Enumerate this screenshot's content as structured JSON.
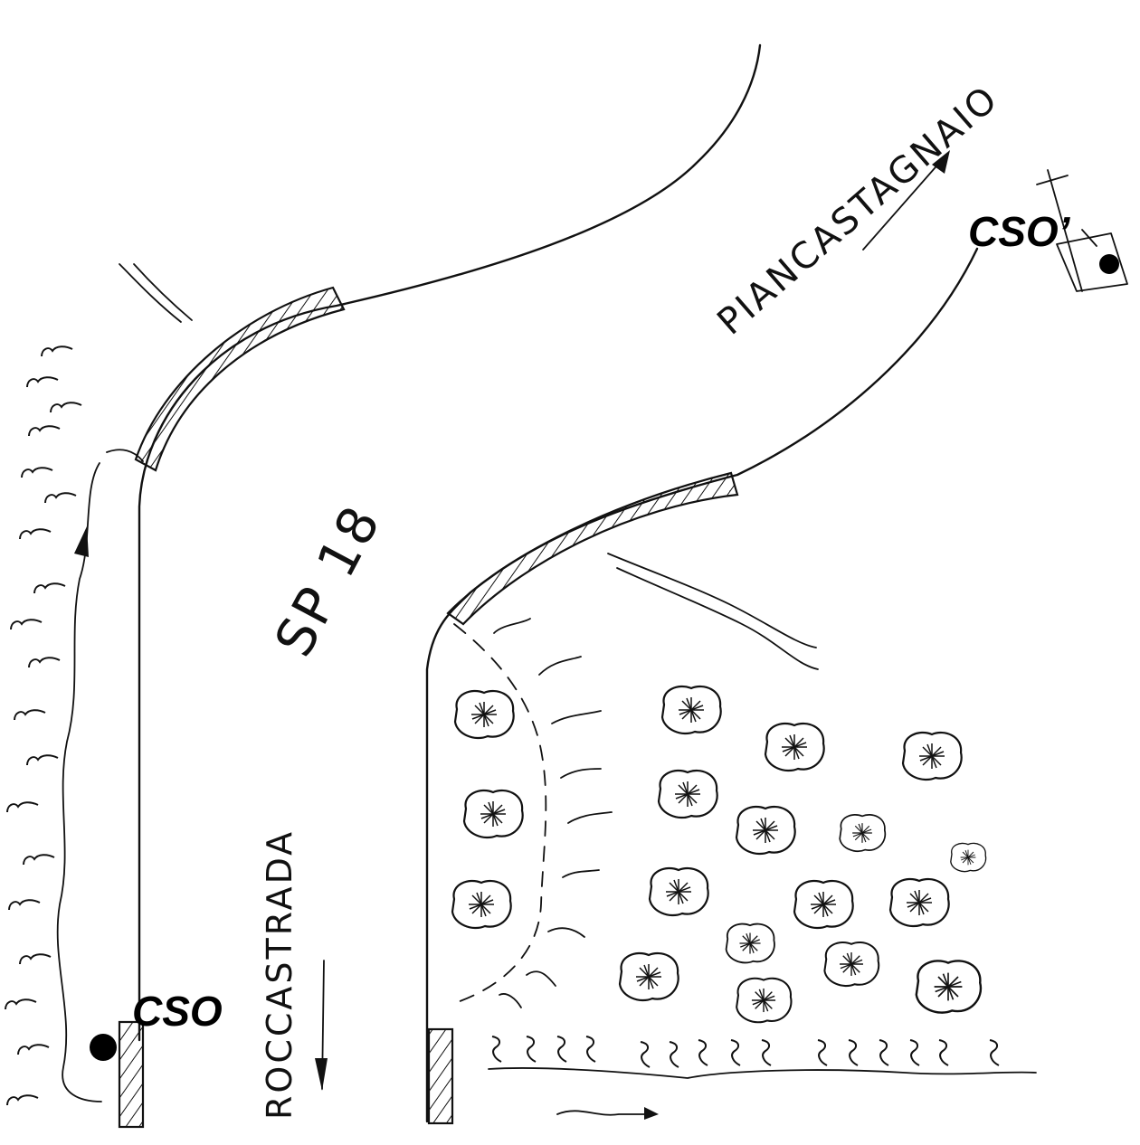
{
  "labels": {
    "road": "SP 18",
    "town_north": "PIANCASTAGNAIO",
    "town_south": "ROCCASTRADA",
    "point_a": "CSO",
    "point_b": "CSO’"
  },
  "colors": {
    "ink": "#111111",
    "background": "#ffffff"
  },
  "symbols": [
    "hatched-road-edge",
    "grass-tuft",
    "shrub",
    "direction-arrow",
    "marker-dot"
  ]
}
